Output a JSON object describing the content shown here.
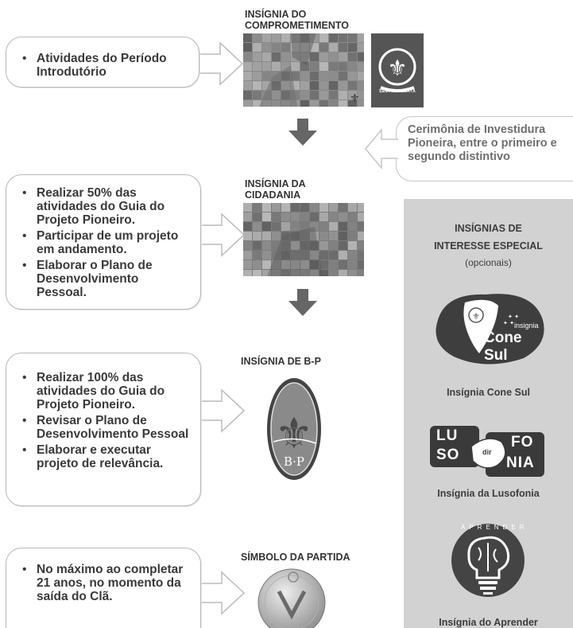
{
  "stages": [
    {
      "requirements": [
        "Atividades do Período Introdutório"
      ],
      "badge_title": "INSÍGNIA DO COMPROMETIMENTO"
    },
    {
      "requirements": [
        "Realizar 50% das atividades do Guia do Projeto Pioneiro.",
        "Participar de um projeto em andamento.",
        "Elaborar o Plano de Desenvolvimento Pessoal."
      ],
      "badge_title": "INSÍGNIA DA CIDADANIA"
    },
    {
      "requirements": [
        "Realizar 100% das atividades do Guia do Projeto Pioneiro.",
        "Revisar o Plano de Desenvolvimento Pessoal",
        "Elaborar e executar projeto de relevância."
      ],
      "badge_title": "INSÍGNIA DE B-P",
      "badge_text": "B·P"
    },
    {
      "requirements": [
        "No máximo ao completar 21 anos, no momento da saída do Clã."
      ],
      "badge_title": "SÍMBOLO DA PARTIDA"
    }
  ],
  "emblem_ribbon_text": "SEMPRE ALERTA",
  "ceremony_note": "Cerimônia de Investidura Pioneira, entre o primeiro e segundo distintivo",
  "special_interest": {
    "title_line1": "INSÍGNIAS DE",
    "title_line2": "INTERESSE ESPECIAL",
    "title_line3": "(opcionais)",
    "badges": [
      {
        "label": "Insígnia Cone Sul",
        "small_text": "insignia",
        "big_text": "Cone Sul"
      },
      {
        "label": "Insígnia da Lusofonia",
        "text_parts": [
          "LU",
          "SO",
          "FO",
          "NIA"
        ],
        "center_text": "dir"
      },
      {
        "label": "Insígnia do Aprender",
        "arc_text": "APRENDER"
      }
    ]
  }
}
